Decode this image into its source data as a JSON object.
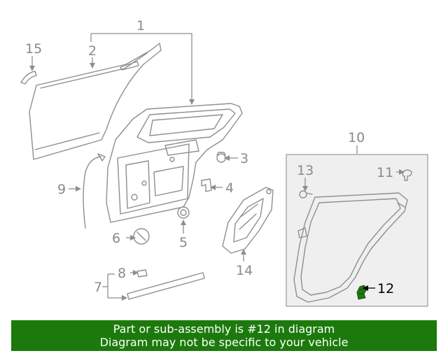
{
  "callouts": {
    "c1": "1",
    "c2": "2",
    "c3": "3",
    "c4": "4",
    "c5": "5",
    "c6": "6",
    "c7": "7",
    "c8": "8",
    "c9": "9",
    "c10": "10",
    "c11": "11",
    "c12": "12",
    "c13": "13",
    "c14": "14",
    "c15": "15"
  },
  "highlight": {
    "part": "12",
    "color": "#1c7a0c"
  },
  "banner": {
    "line1": "Part or sub-assembly is #12 in diagram",
    "line2": "Diagram may not be specific to your vehicle",
    "background": "#1c7a0c",
    "text_color": "#ffffff"
  }
}
